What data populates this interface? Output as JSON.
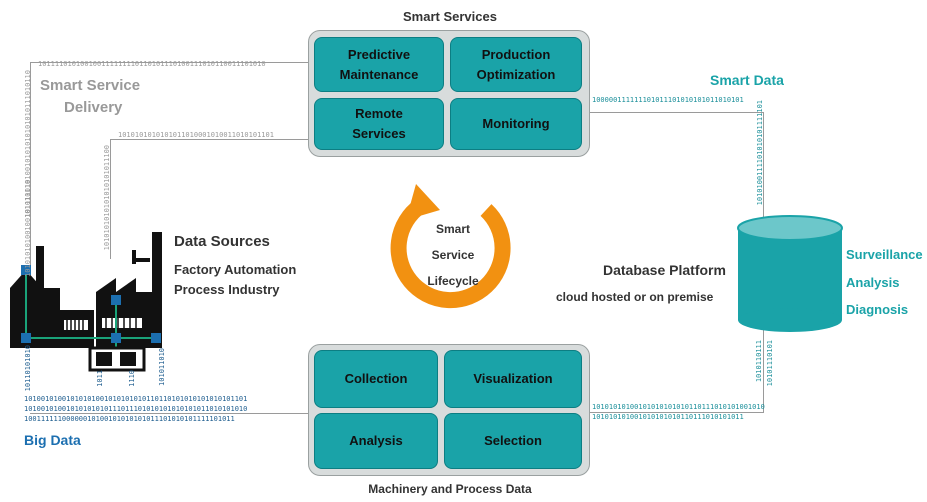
{
  "top_panel": {
    "title": "Smart Services",
    "tiles": [
      "Predictive\nMaintenance",
      "Production\nOptimization",
      "Remote\nServices",
      "Monitoring"
    ]
  },
  "bottom_panel": {
    "title": "Machinery and Process Data",
    "tiles": [
      "Collection",
      "Visualization",
      "Analysis",
      "Selection"
    ]
  },
  "lifecycle": {
    "line1": "Smart",
    "line2": "Service",
    "line3": "Lifecycle"
  },
  "smart_service_delivery": {
    "line1": "Smart Service",
    "line2": "Delivery"
  },
  "data_sources": {
    "title": "Data Sources",
    "line1": "Factory Automation",
    "line2": "Process Industry"
  },
  "big_data": "Big Data",
  "smart_data": "Smart Data",
  "database_platform": {
    "title": "Database Platform",
    "subtitle": "cloud hosted or on premise"
  },
  "db_labels": [
    "Surveillance",
    "Analysis",
    "Diagnosis"
  ],
  "binary": {
    "top_left": "101111010100100111111110110101110100111010110011101010",
    "top_left_vertical": "10111101010010101010101010111010110",
    "mid_left": "1010101010101011010001010011010101101",
    "mid_left_vertical": "1010101010101010101011100",
    "factory_vertical": "10101010100100101010110",
    "smart_data_row": "100000111111101011101010101011010101",
    "smart_data_vertical": "1010100111101010101111101",
    "big_data_1": "10100101001010101001010101010110110101010101010101101",
    "big_data_2": "10100101001010101010111011101010101010101011010101010",
    "big_data_3": "10011111100000010100101010101011101010101111101011",
    "right_1": "10101010100101010101010110111010101001010",
    "right_2": "101010101001010101010110111010101011",
    "v1": "10110101010",
    "v2": "1011",
    "v3": "1110",
    "v4": "101011010",
    "db_v1": "1010110111",
    "db_v2": "10101110101"
  },
  "colors": {
    "teal": "#1aa3a8",
    "orange": "#f29111",
    "grey_text": "#999999",
    "blue": "#1c6fb0"
  }
}
